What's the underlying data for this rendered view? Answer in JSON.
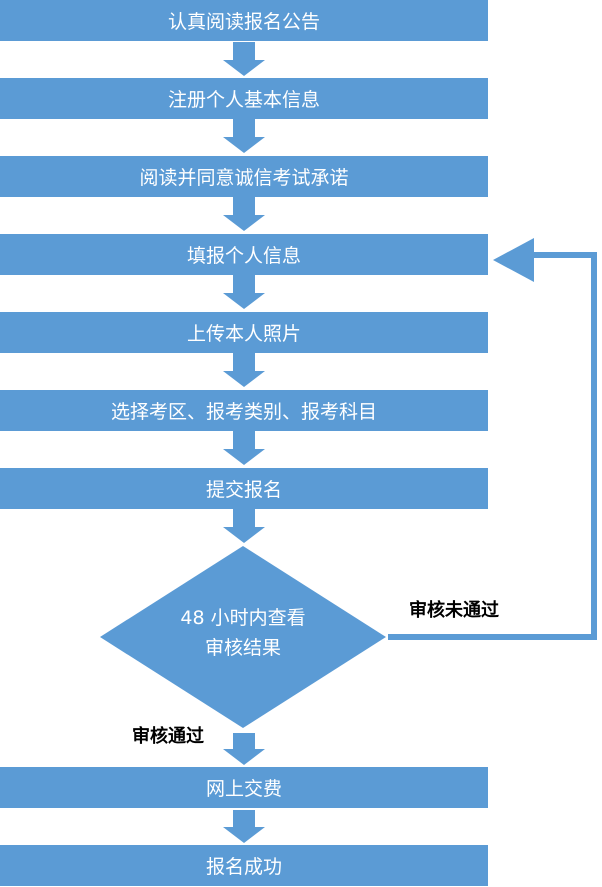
{
  "steps": [
    {
      "label": "认真阅读报名公告"
    },
    {
      "label": "注册个人基本信息"
    },
    {
      "label": "阅读并同意诚信考试承诺"
    },
    {
      "label": "填报个人信息"
    },
    {
      "label": "上传本人照片"
    },
    {
      "label": "选择考区、报考类别、报考科目"
    },
    {
      "label": "提交报名"
    }
  ],
  "decision": {
    "line1": "48 小时内查看",
    "line2": "审核结果"
  },
  "edges": {
    "rejected": "审核未通过",
    "approved": "审核通过"
  },
  "final_steps": [
    {
      "label": "网上交费"
    },
    {
      "label": "报名成功"
    }
  ],
  "colors": {
    "box_fill": "#5b9bd5",
    "arrow_fill": "#5b9bd5",
    "text": "#ffffff"
  }
}
